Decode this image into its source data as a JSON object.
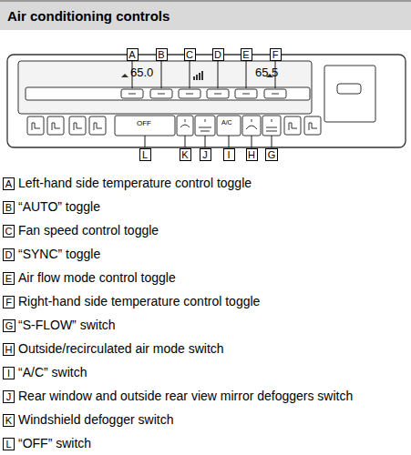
{
  "diagram": {
    "title": "Air conditioning controls",
    "nodes": [
      {
        "text": [
          "A"
        ]
      },
      {
        "text": [
          "B"
        ]
      },
      {
        "text": [
          "C"
        ]
      },
      {
        "text": [
          "D"
        ]
      },
      {
        "text": [
          "E"
        ]
      },
      {
        "text": [
          "F"
        ]
      },
      {
        "text": [
          "L"
        ]
      },
      {
        "text": [
          "K"
        ]
      },
      {
        "text": [
          "J"
        ]
      },
      {
        "text": [
          "I"
        ]
      },
      {
        "text": [
          "H"
        ]
      },
      {
        "text": [
          "G"
        ]
      },
      {
        "text": [
          "A"
        ]
      },
      {
        "text": [
          "B"
        ]
      },
      {
        "text": [
          "C"
        ]
      },
      {
        "text": [
          "D"
        ]
      },
      {
        "text": [
          "E"
        ]
      },
      {
        "text": [
          "F"
        ]
      },
      {
        "text": [
          "G"
        ]
      },
      {
        "text": [
          "H"
        ]
      },
      {
        "text": [
          "I"
        ]
      },
      {
        "text": [
          "J"
        ]
      },
      {
        "text": [
          "K"
        ]
      },
      {
        "text": [
          "L"
        ]
      }
    ],
    "labels": [
      "65.0",
      "65.5",
      "OFF",
      "A/C",
      "Left-hand side temperature control toggle",
      "“AUTO” toggle",
      "Fan speed control toggle",
      "“SYNC” toggle",
      "Air flow mode control toggle",
      "Right-hand side temperature control toggle",
      "“S-FLOW” switch",
      "Outside/recirculated air mode switch",
      "“A/C” switch",
      "Rear window and outside rear view mirror defoggers switch",
      "Windshield defogger switch",
      "“OFF” switch"
    ]
  }
}
